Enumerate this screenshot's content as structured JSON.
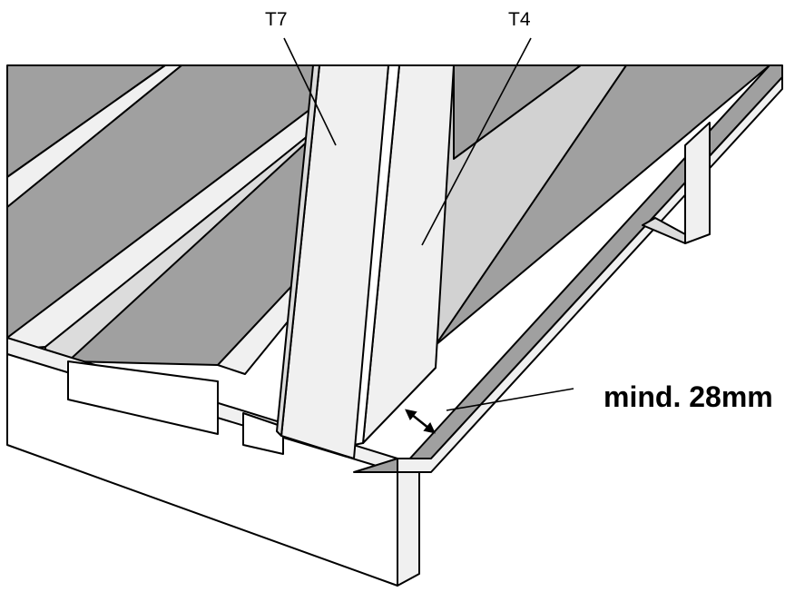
{
  "labels": {
    "t7": "T7",
    "t4": "T4",
    "dimension": "mind. 28mm"
  },
  "colors": {
    "floor_gray": "#a0a0a0",
    "board_top": "#f0f0f0",
    "board_side": "#dcdcdc",
    "beam_face": "#d2d2d2",
    "outline": "#000000"
  }
}
